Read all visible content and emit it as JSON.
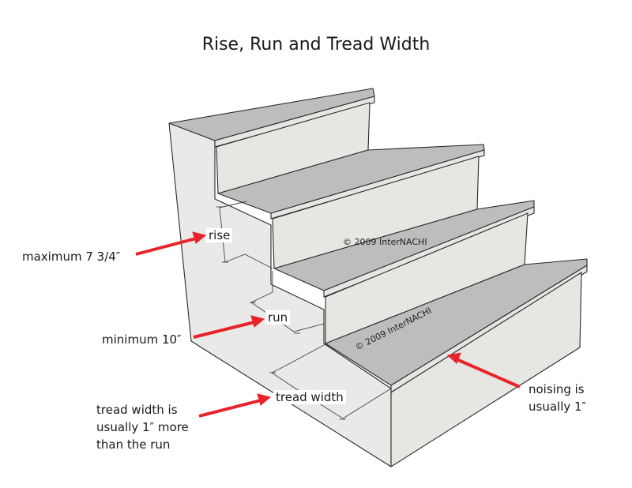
{
  "title": "Rise, Run and Tread Width",
  "colors": {
    "tread_top": "#bdbdbd",
    "riser_face": "#e6e6e2",
    "stringer_side": "#e9e9e7",
    "edge_line": "#2a2a2a",
    "arrow": "#e8232a",
    "background": "#ffffff"
  },
  "dimension_tags": {
    "rise": "rise",
    "run": "run",
    "tread_width": "tread width"
  },
  "annotations": {
    "rise_note": "maximum 7 3/4″",
    "run_note": "minimum 10″",
    "tread_width_note": [
      "tread width is",
      "usually 1″ more",
      "than the run"
    ],
    "noising_note": [
      "noising is",
      "usually 1″"
    ]
  },
  "watermarks": [
    "© 2009  InterNACHI",
    "© 2009  InterNACHI"
  ],
  "steps_count": 4
}
